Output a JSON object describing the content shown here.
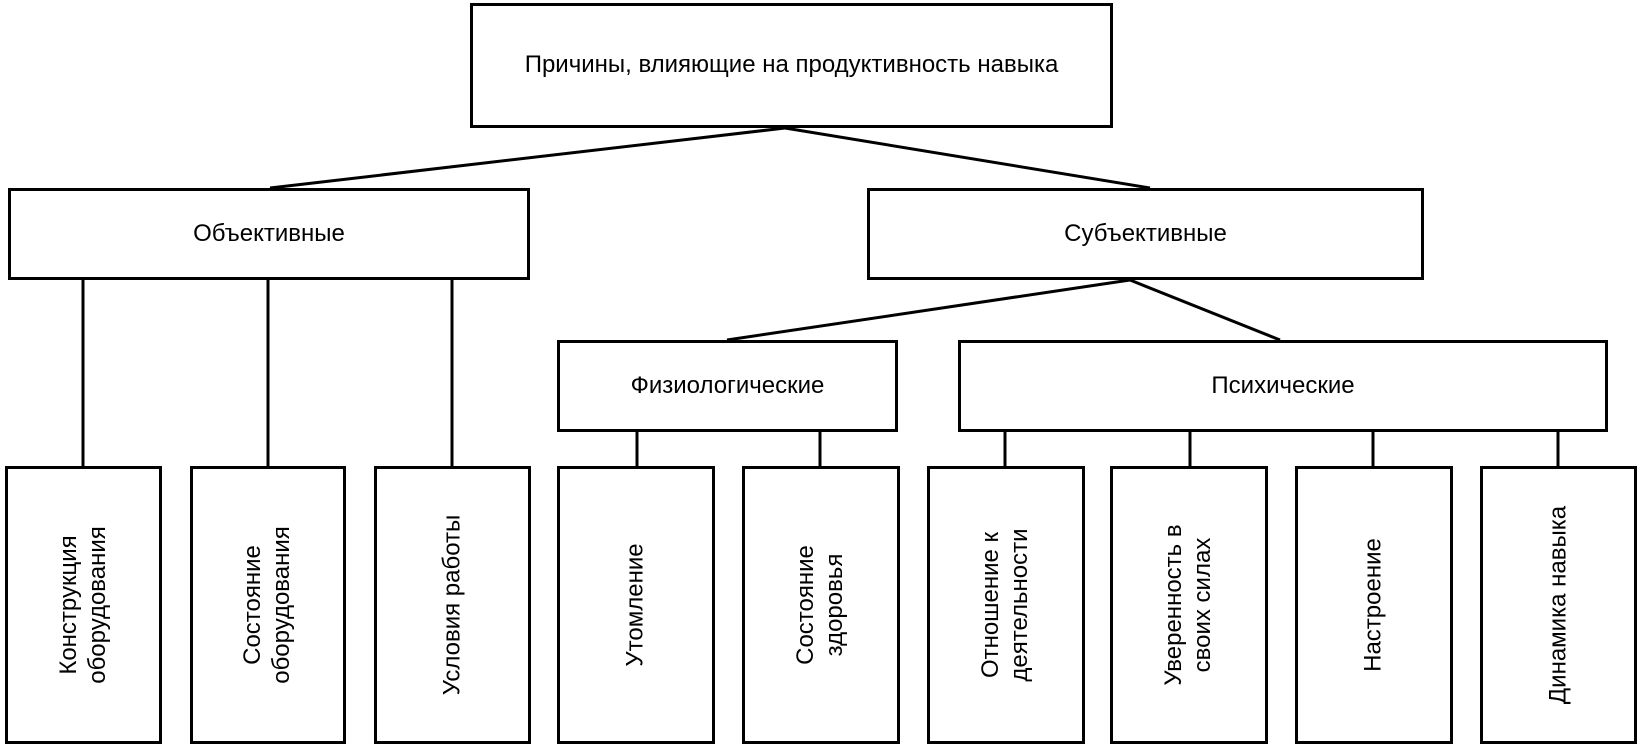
{
  "root": {
    "label": "Причины, влияющие на продуктивность навыка"
  },
  "objective": {
    "label": "Объективные",
    "items": [
      "Конструкция оборудования",
      "Состояние оборудования",
      "Условия работы"
    ]
  },
  "subjective": {
    "label": "Субъективные",
    "physiological": {
      "label": "Физиологические",
      "items": [
        "Утомление",
        "Состояние здоровья"
      ]
    },
    "mental": {
      "label": "Психические",
      "items": [
        "Отношение к деятельности",
        "Уверенность в своих силах",
        "Настроение",
        "Динамика навыка"
      ]
    }
  }
}
